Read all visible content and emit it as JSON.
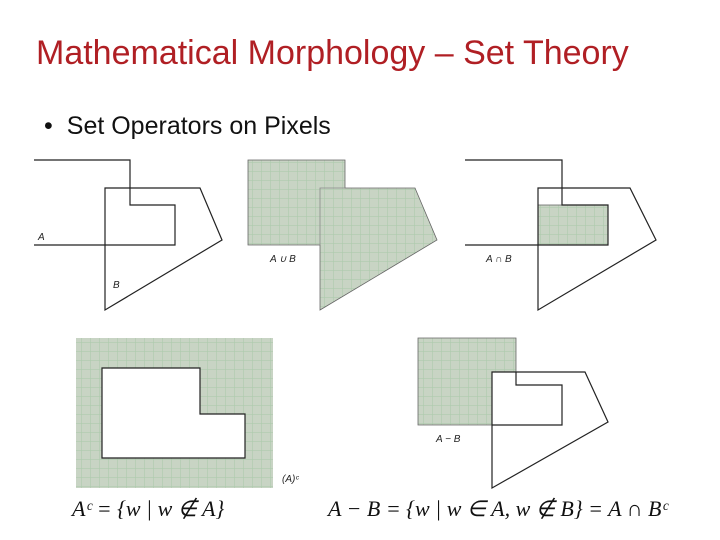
{
  "slide": {
    "title": "Mathematical Morphology – Set Theory",
    "bullet": "Set Operators on Pixels"
  },
  "panels": {
    "sets": {
      "label_a": "A",
      "label_b": "B"
    },
    "union": {
      "label": "A ∪ B"
    },
    "intersection": {
      "label": "A ∩ B"
    },
    "complement": {
      "label": "(A)ᶜ",
      "formula": "Aᶜ = {w | w ∉ A}"
    },
    "difference": {
      "label": "A − B",
      "formula": "A − B = {w | w ∈ A, w ∉ B} = A ∩ Bᶜ"
    }
  },
  "colors": {
    "fill": "#c8d4c4",
    "grid": "#a9c9a9",
    "title": "#b01f24"
  }
}
